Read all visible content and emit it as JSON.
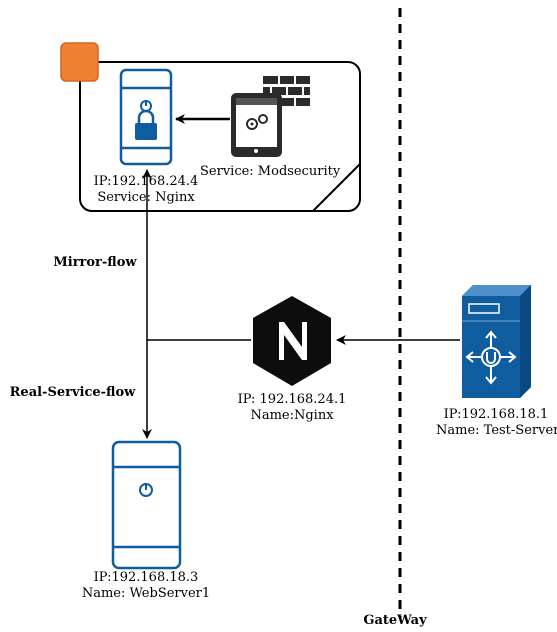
{
  "mirror_node": {
    "ip_label": "IP:192.168.24.4",
    "service_label": "Service: Nginx",
    "waf_label": "Service: Modsecurity"
  },
  "nginx_proxy": {
    "ip_label": "IP: 192.168.24.1",
    "name_label": "Name:Nginx"
  },
  "test_server": {
    "ip_label": "IP:192.168.18.1",
    "name_label": "Name: Test-Server"
  },
  "web_server": {
    "ip_label": "IP:192.168.18.3",
    "name_label": "Name: WebServer1"
  },
  "flows": {
    "mirror": "Mirror-flow",
    "real": "Real-Service-flow"
  },
  "gateway_label": "GateWay",
  "colors": {
    "line": "#000000",
    "server_blue": "#0F5C9E",
    "orange": "#F08033"
  }
}
